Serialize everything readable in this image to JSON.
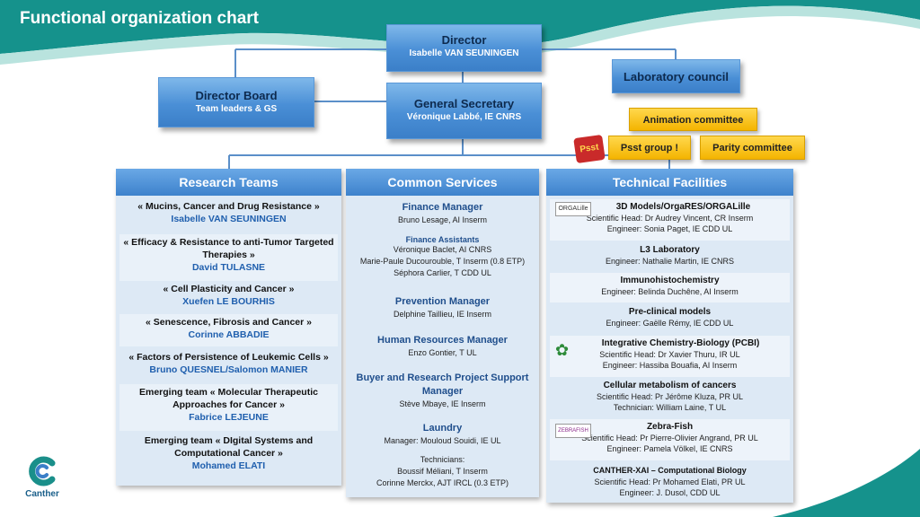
{
  "title": "Functional organization chart",
  "director": {
    "title": "Director",
    "name": "Isabelle VAN SEUNINGEN"
  },
  "director_board": {
    "title": "Director Board",
    "subtitle": "Team leaders & GS"
  },
  "general_secretary": {
    "title": "General Secretary",
    "name": "Véronique Labbé, IE CNRS"
  },
  "laboratory_council": {
    "title": "Laboratory council"
  },
  "committees": {
    "animation": "Animation committee",
    "psst": "Psst group !",
    "parity": "Parity committee",
    "psst_logo": "Psst"
  },
  "research": {
    "header": "Research Teams",
    "teams": [
      {
        "title": "« Mucins, Cancer and Drug Resistance »",
        "leader": "Isabelle VAN SEUNINGEN"
      },
      {
        "title": "« Efficacy & Resistance to anti-Tumor Targeted Therapies »",
        "leader": "David TULASNE"
      },
      {
        "title": "« Cell Plasticity and Cancer »",
        "leader": "Xuefen LE BOURHIS"
      },
      {
        "title": "« Senescence, Fibrosis and Cancer  »",
        "leader": "Corinne ABBADIE"
      },
      {
        "title": "« Factors of Persistence of Leukemic Cells »",
        "leader": "Bruno QUESNEL/Salomon MANIER"
      },
      {
        "title": "Emerging team « Molecular Therapeutic Approaches for Cancer »",
        "leader": "Fabrice LEJEUNE"
      },
      {
        "title": "Emerging team « DIgital Systems and Computational Cancer »",
        "leader": "Mohamed ELATI"
      }
    ]
  },
  "common": {
    "header": "Common Services",
    "finance": {
      "title": "Finance Manager",
      "line": "Bruno Lesage, AI Inserm"
    },
    "assistants": {
      "title": "Finance Assistants",
      "l1": "Véronique Baclet, AI CNRS",
      "l2": "Marie-Paule Ducourouble, T Inserm (0.8 ETP)",
      "l3": "Séphora Carlier, T CDD UL"
    },
    "prevention": {
      "title": "Prevention Manager",
      "line": "Delphine Taillieu, IE Inserm"
    },
    "hr": {
      "title": "Human Resources Manager",
      "line": "Enzo Gontier, T UL"
    },
    "buyer": {
      "title": "Buyer and Research Project Support Manager",
      "line": "Stève  Mbaye, IE Inserm"
    },
    "laundry": {
      "title": "Laundry",
      "line": "Manager: Mouloud Souidi, IE UL",
      "tech_label": "Technicians:",
      "t1": "Boussif Méliani, T Inserm",
      "t2": "Corinne Merckx, AJT IRCL (0.3 ETP)"
    }
  },
  "technical": {
    "header": "Technical Facilities",
    "facilities": [
      {
        "title": "3D Models/OrgaRES/ORGALille",
        "l1": "Scientific Head: Dr Audrey Vincent, CR Inserm",
        "l2": "Engineer: Sonia Paget,  IE CDD UL",
        "logo": "ORGALille"
      },
      {
        "title": "L3 Laboratory",
        "l1": "Engineer: Nathalie Martin, IE CNRS"
      },
      {
        "title": "Immunohistochemistry",
        "l1": "Engineer: Belinda Duchêne, AI Inserm"
      },
      {
        "title": "Pre-clinical models",
        "l1": "Engineer: Gaëlle Rémy,  IE CDD UL"
      },
      {
        "title": "Integrative Chemistry-Biology (PCBI)",
        "l1": "Scientific Head: Dr Xavier Thuru, IR UL",
        "l2": "Engineer: Hassiba Bouafia, AI Inserm"
      },
      {
        "title": "Cellular metabolism of cancers",
        "l1": "Scientific Head: Pr Jérôme  Kluza, PR UL",
        "l2": "Technician: William Laine, T UL"
      },
      {
        "title": "Zebra-Fish",
        "l1": "Scientific Head: Pr Pierre-Olivier Angrand, PR UL",
        "l2": "Engineer: Pamela Völkel, IE CNRS",
        "logo": "ZEBRAFISH"
      },
      {
        "title": "CANTHER-XAI  – Computational Biology",
        "l1": "Scientific Head: Pr Mohamed Elati, PR UL",
        "l2": "Engineer:  J. Dusol, CDD UL"
      }
    ]
  },
  "brand": {
    "name": "Canther"
  },
  "colors": {
    "teal": "#1a8f8a",
    "blue": "#3b7fc8",
    "yellow": "#f4b400"
  }
}
